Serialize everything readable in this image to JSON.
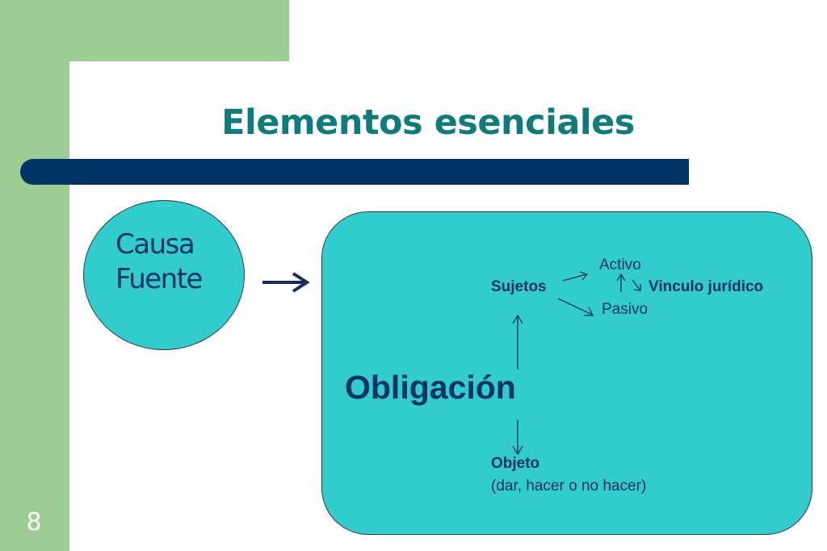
{
  "slide": {
    "title": "Elementos esenciales",
    "number": "8"
  },
  "causa": {
    "line1": "Causa",
    "line2": "Fuente"
  },
  "obligacion": {
    "label": "Obligación",
    "sujetos": "Sujetos",
    "activo": "Activo",
    "pasivo": "Pasivo",
    "vinculo": "Vinculo jurídico",
    "objeto": "Objeto",
    "objeto_detalle": "(dar, hacer o no hacer)"
  },
  "colors": {
    "green_band": "#9dcd95",
    "teal_fill": "#33cccc",
    "navy": "#003366",
    "title_teal": "#0f7b7b",
    "slide_number": "#ffffff",
    "arrow": "#1a2e5e"
  }
}
